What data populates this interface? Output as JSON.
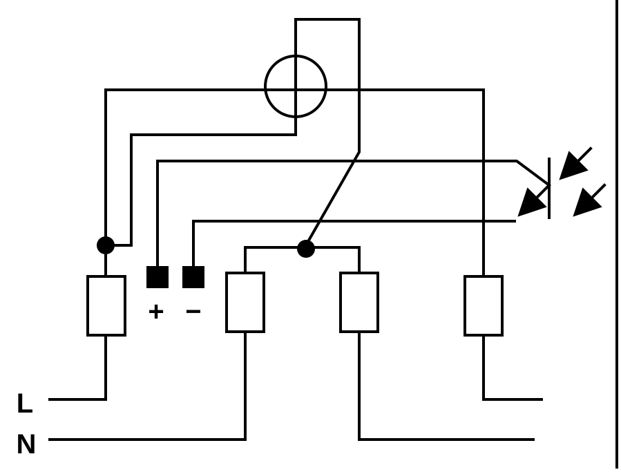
{
  "diagram": {
    "terminal_labels": {
      "line": "L",
      "neutral": "N",
      "positive": "+",
      "negative": "−"
    },
    "colors": {
      "stroke": "#000000",
      "background": "#ffffff"
    },
    "icons": {
      "rcd_coil": "circle-toroid",
      "optocoupler": "phototransistor-with-light-arrows",
      "terminal": "rectangle-terminal-block",
      "pulse_output": "square-terminal-pad"
    }
  }
}
